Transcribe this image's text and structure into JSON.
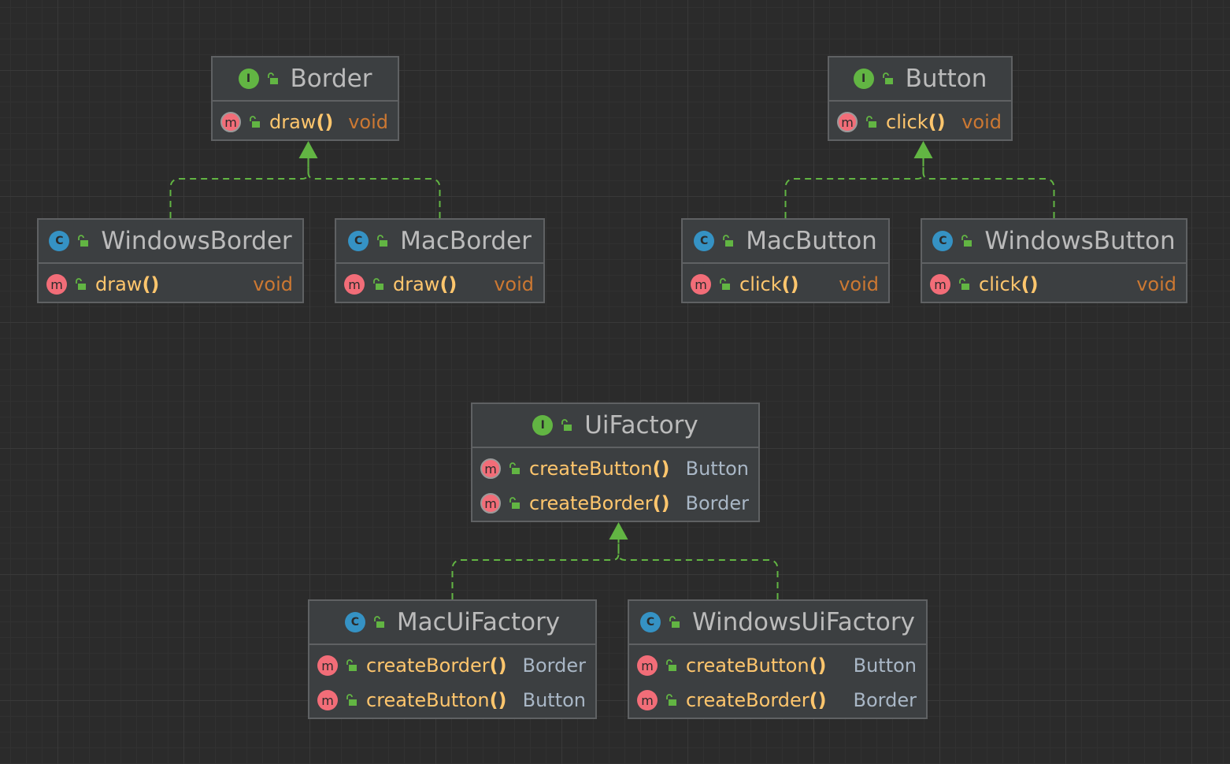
{
  "colors": {
    "interface_badge": "#62b543",
    "class_badge": "#3592c4",
    "method_badge": "#f26d78",
    "method_name": "#ffc66d",
    "void_type": "#cc7832",
    "edge": "#62b543"
  },
  "nodes": {
    "border": {
      "kind": "I",
      "name": "Border",
      "members": [
        {
          "abstract": true,
          "name": "draw",
          "parens": "()",
          "type": "void"
        }
      ]
    },
    "button": {
      "kind": "I",
      "name": "Button",
      "members": [
        {
          "abstract": true,
          "name": "click",
          "parens": "()",
          "type": "void"
        }
      ]
    },
    "windows_border": {
      "kind": "C",
      "name": "WindowsBorder",
      "members": [
        {
          "abstract": false,
          "name": "draw",
          "parens": "()",
          "type": "void"
        }
      ]
    },
    "mac_border": {
      "kind": "C",
      "name": "MacBorder",
      "members": [
        {
          "abstract": false,
          "name": "draw",
          "parens": "()",
          "type": "void"
        }
      ]
    },
    "mac_button": {
      "kind": "C",
      "name": "MacButton",
      "members": [
        {
          "abstract": false,
          "name": "click",
          "parens": "()",
          "type": "void"
        }
      ]
    },
    "windows_button": {
      "kind": "C",
      "name": "WindowsButton",
      "members": [
        {
          "abstract": false,
          "name": "click",
          "parens": "()",
          "type": "void"
        }
      ]
    },
    "ui_factory": {
      "kind": "I",
      "name": "UiFactory",
      "members": [
        {
          "abstract": true,
          "name": "createButton",
          "parens": "()",
          "type": "Button"
        },
        {
          "abstract": true,
          "name": "createBorder",
          "parens": "()",
          "type": "Border"
        }
      ]
    },
    "mac_ui_factory": {
      "kind": "C",
      "name": "MacUiFactory",
      "members": [
        {
          "abstract": false,
          "name": "createBorder",
          "parens": "()",
          "type": "Border"
        },
        {
          "abstract": false,
          "name": "createButton",
          "parens": "()",
          "type": "Button"
        }
      ]
    },
    "windows_ui_factory": {
      "kind": "C",
      "name": "WindowsUiFactory",
      "members": [
        {
          "abstract": false,
          "name": "createButton",
          "parens": "()",
          "type": "Button"
        },
        {
          "abstract": false,
          "name": "createBorder",
          "parens": "()",
          "type": "Border"
        }
      ]
    }
  },
  "edges": [
    {
      "from": "windows_border",
      "to": "border",
      "kind": "implements"
    },
    {
      "from": "mac_border",
      "to": "border",
      "kind": "implements"
    },
    {
      "from": "mac_button",
      "to": "button",
      "kind": "implements"
    },
    {
      "from": "windows_button",
      "to": "button",
      "kind": "implements"
    },
    {
      "from": "mac_ui_factory",
      "to": "ui_factory",
      "kind": "implements"
    },
    {
      "from": "windows_ui_factory",
      "to": "ui_factory",
      "kind": "implements"
    }
  ]
}
